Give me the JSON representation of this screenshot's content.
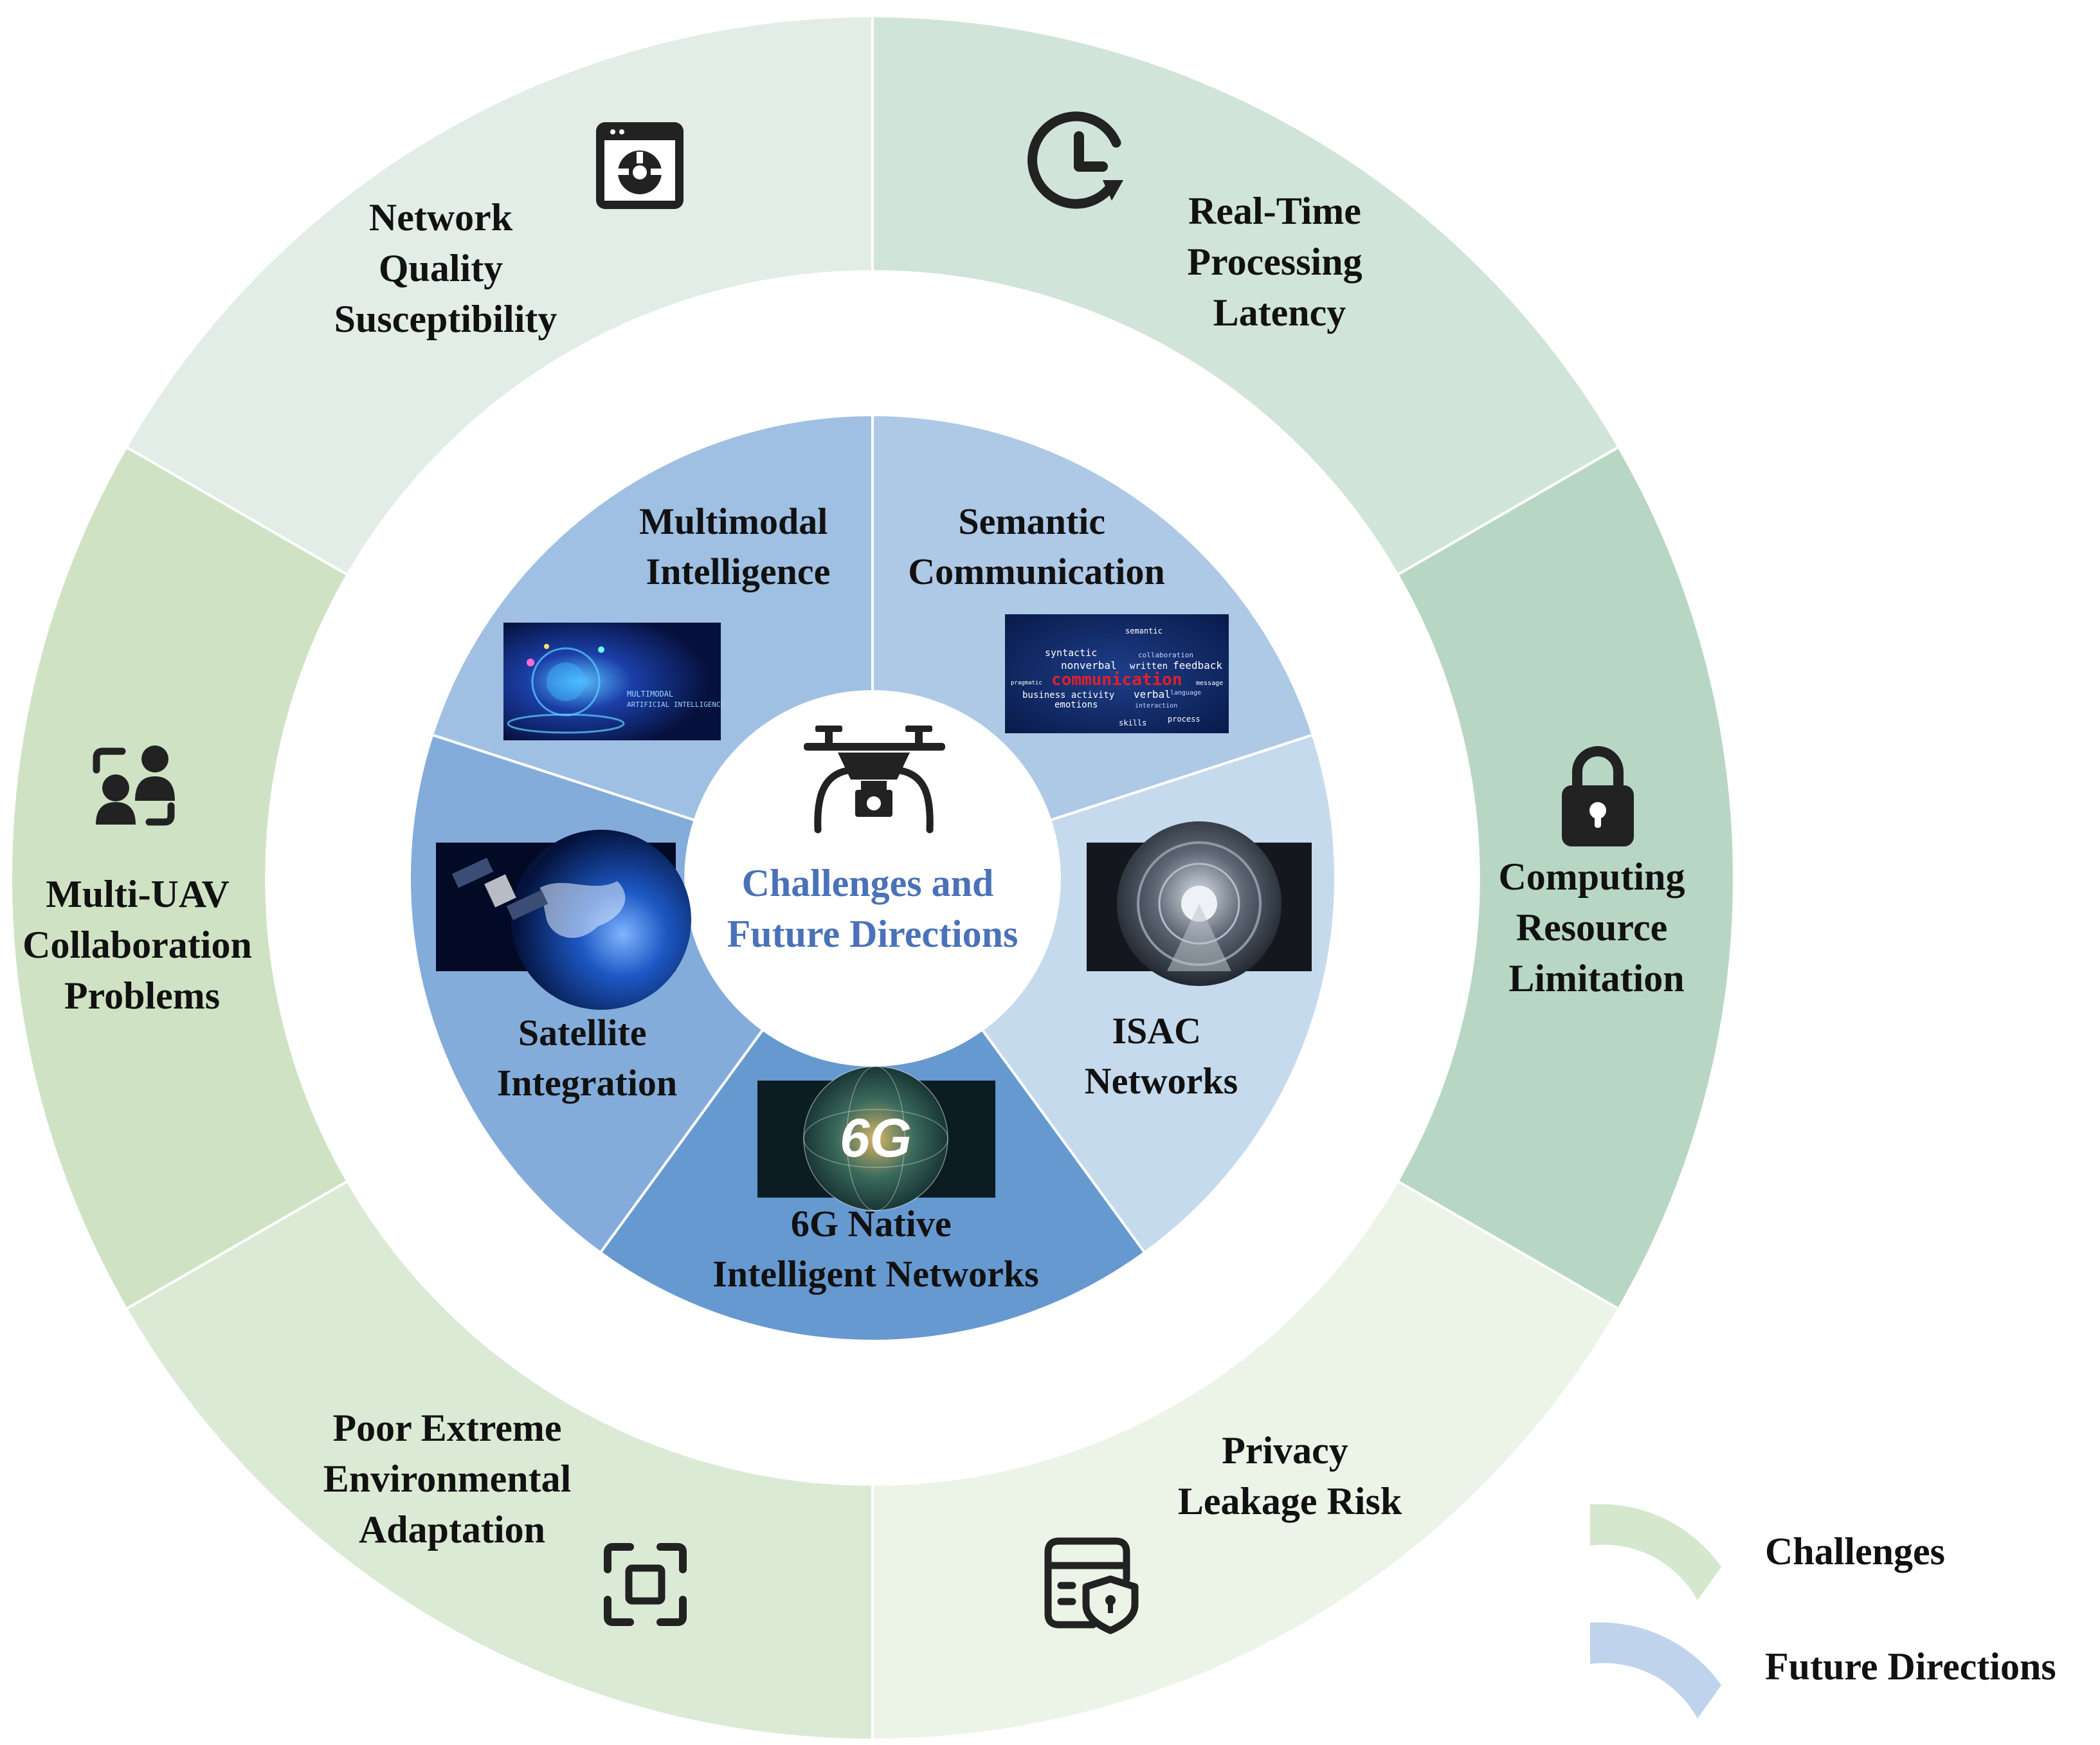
{
  "center": {
    "lines": [
      "Challenges and",
      "Future Directions"
    ],
    "icon": "drone-camera-icon",
    "text_color": "#4a72b8"
  },
  "challenges": [
    {
      "id": "real-time",
      "lines": [
        "Real-Time",
        "Processing",
        "Latency"
      ],
      "icon": "clock-refresh-icon",
      "color": "#d1e4d9"
    },
    {
      "id": "computing",
      "lines": [
        "Computing",
        "Resource",
        "Limitation"
      ],
      "icon": "lock-icon",
      "color": "#b8d6c4"
    },
    {
      "id": "privacy",
      "lines": [
        "Privacy",
        "Leakage Risk"
      ],
      "icon": "document-shield-icon",
      "color": "#ecf4e8"
    },
    {
      "id": "extreme-env",
      "lines": [
        "Poor Extreme",
        "Environmental",
        "Adaptation"
      ],
      "icon": "focus-frame-icon",
      "color": "#dbead4"
    },
    {
      "id": "multi-uav",
      "lines": [
        "Multi-UAV",
        "Collaboration",
        "Problems"
      ],
      "icon": "users-swap-icon",
      "color": "#cfe3c4"
    },
    {
      "id": "network-quality",
      "lines": [
        "Network",
        "Quality",
        "Susceptibility"
      ],
      "icon": "browser-window-icon",
      "color": "#e1ede6"
    }
  ],
  "directions": [
    {
      "id": "semantic",
      "lines": [
        "Semantic",
        "Communication"
      ],
      "color": "#aec9e6",
      "thumb_words": [
        "syntactic",
        "nonverbal",
        "written",
        "feedback",
        "communication",
        "business activity",
        "verbal",
        "emotions",
        "collaboration",
        "semantic",
        "skills",
        "process",
        "message",
        "pragmatic",
        "interaction",
        "language"
      ]
    },
    {
      "id": "isac",
      "lines": [
        "ISAC",
        "Networks"
      ],
      "color": "#c6daed"
    },
    {
      "id": "6g",
      "lines": [
        "6G Native",
        "Intelligent Networks"
      ],
      "color": "#6699d0",
      "thumb_text": "6G"
    },
    {
      "id": "satellite",
      "lines": [
        "Satellite",
        "Integration"
      ],
      "color": "#84acdb"
    },
    {
      "id": "multimodal",
      "lines": [
        "Multimodal",
        "Intelligence"
      ],
      "color": "#9fc0e3",
      "thumb_text": [
        "MULTIMODAL",
        "ARTIFICIAL INTELLIGENCE"
      ]
    }
  ],
  "legend": [
    {
      "label": "Challenges",
      "color": "#d5e7cd"
    },
    {
      "label": "Future Directions",
      "color": "#bfd3ec"
    }
  ]
}
